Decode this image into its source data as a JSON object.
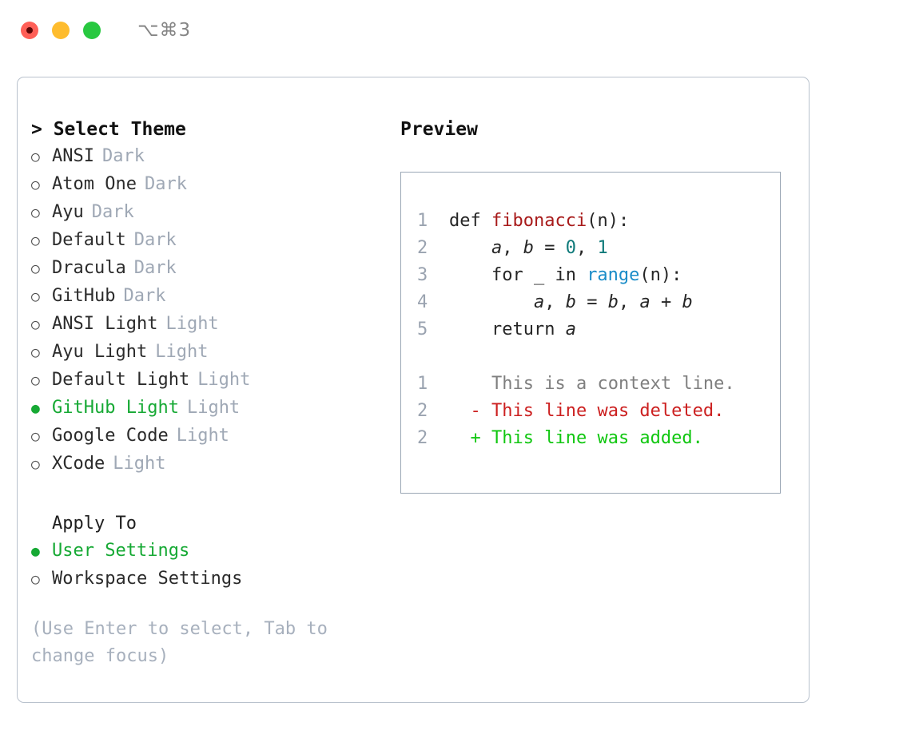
{
  "window": {
    "shortcut": "⌥⌘3",
    "buttons": [
      {
        "name": "close",
        "color": "#ff5f57"
      },
      {
        "name": "minimize",
        "color": "#febc2e"
      },
      {
        "name": "zoom",
        "color": "#28c840"
      }
    ]
  },
  "theme_picker": {
    "header": "> Select Theme",
    "items": [
      {
        "marker": "○",
        "label": "ANSI",
        "tag": "Dark",
        "selected": false
      },
      {
        "marker": "○",
        "label": "Atom One",
        "tag": "Dark",
        "selected": false
      },
      {
        "marker": "○",
        "label": "Ayu",
        "tag": "Dark",
        "selected": false
      },
      {
        "marker": "○",
        "label": "Default",
        "tag": "Dark",
        "selected": false
      },
      {
        "marker": "○",
        "label": "Dracula",
        "tag": "Dark",
        "selected": false
      },
      {
        "marker": "○",
        "label": "GitHub",
        "tag": "Dark",
        "selected": false
      },
      {
        "marker": "○",
        "label": "ANSI Light",
        "tag": "Light",
        "selected": false
      },
      {
        "marker": "○",
        "label": "Ayu Light",
        "tag": "Light",
        "selected": false
      },
      {
        "marker": "○",
        "label": "Default Light",
        "tag": "Light",
        "selected": false
      },
      {
        "marker": "●",
        "label": "GitHub Light",
        "tag": "Light",
        "selected": true
      },
      {
        "marker": "○",
        "label": "Google Code",
        "tag": "Light",
        "selected": false
      },
      {
        "marker": "○",
        "label": "XCode",
        "tag": "Light",
        "selected": false
      }
    ]
  },
  "apply_to": {
    "header": "Apply To",
    "options": [
      {
        "marker": "●",
        "label": "User Settings",
        "selected": true
      },
      {
        "marker": "○",
        "label": "Workspace Settings",
        "selected": false
      }
    ]
  },
  "hint": "(Use Enter to select, Tab to change focus)",
  "preview": {
    "title": "Preview",
    "code_lines": [
      {
        "no": "1",
        "parts": [
          {
            "t": "def ",
            "c": "plain"
          },
          {
            "t": "fibonacci",
            "c": "fn"
          },
          {
            "t": "(n):",
            "c": "plain"
          }
        ]
      },
      {
        "no": "2",
        "parts": [
          {
            "t": "    ",
            "c": "plain"
          },
          {
            "t": "a",
            "c": "var"
          },
          {
            "t": ", ",
            "c": "plain"
          },
          {
            "t": "b",
            "c": "var"
          },
          {
            "t": " = ",
            "c": "plain"
          },
          {
            "t": "0",
            "c": "num"
          },
          {
            "t": ", ",
            "c": "plain"
          },
          {
            "t": "1",
            "c": "num"
          }
        ]
      },
      {
        "no": "3",
        "parts": [
          {
            "t": "    for _ in ",
            "c": "plain"
          },
          {
            "t": "range",
            "c": "call"
          },
          {
            "t": "(n):",
            "c": "plain"
          }
        ]
      },
      {
        "no": "4",
        "parts": [
          {
            "t": "        ",
            "c": "plain"
          },
          {
            "t": "a",
            "c": "var"
          },
          {
            "t": ", ",
            "c": "plain"
          },
          {
            "t": "b",
            "c": "var"
          },
          {
            "t": " = ",
            "c": "plain"
          },
          {
            "t": "b",
            "c": "var"
          },
          {
            "t": ", ",
            "c": "plain"
          },
          {
            "t": "a",
            "c": "var"
          },
          {
            "t": " + ",
            "c": "plain"
          },
          {
            "t": "b",
            "c": "var"
          }
        ]
      },
      {
        "no": "5",
        "parts": [
          {
            "t": "    return ",
            "c": "plain"
          },
          {
            "t": "a",
            "c": "var"
          }
        ]
      }
    ],
    "diff_lines": [
      {
        "no": "1",
        "sign": "  ",
        "text": "This is a context line.",
        "kind": "ctx"
      },
      {
        "no": "2",
        "sign": "- ",
        "text": "This line was deleted.",
        "kind": "del"
      },
      {
        "no": "2",
        "sign": "+ ",
        "text": "This line was added.",
        "kind": "add"
      }
    ]
  },
  "colors": {
    "accent_green": "#16a934",
    "tag_gray": "#9fa8b5",
    "hint_gray": "#a7b0bd",
    "diff_add": "#11c711",
    "diff_del": "#cc2020",
    "border": "#9aa7b5"
  }
}
